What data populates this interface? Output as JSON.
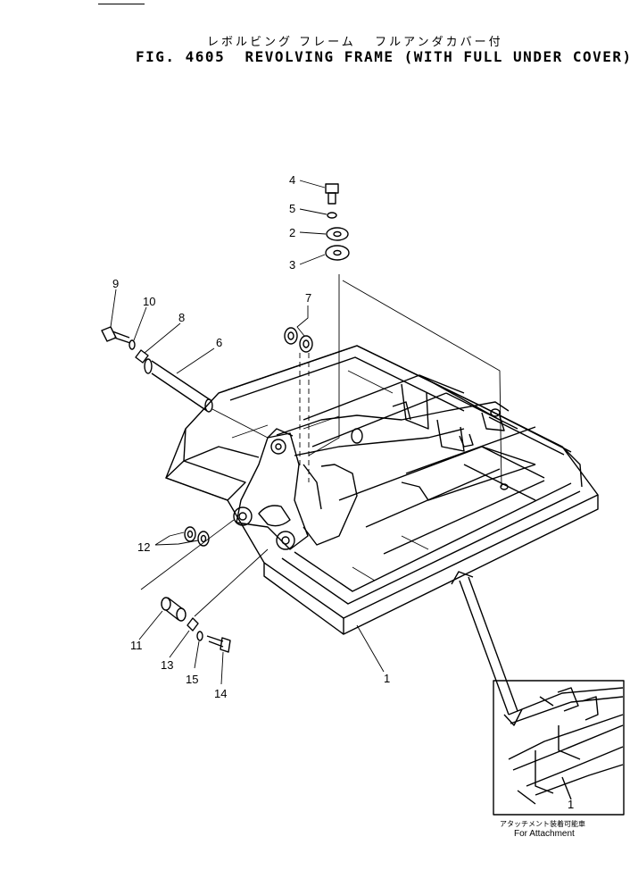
{
  "header": {
    "jp_title": "レボルビング フレーム   フルアンダカバー付",
    "title": "FIG. 4605  REVOLVING FRAME (WITH FULL UNDER COVER)"
  },
  "callouts": [
    "1",
    "2",
    "3",
    "4",
    "5",
    "6",
    "7",
    "8",
    "9",
    "10",
    "11",
    "12",
    "13",
    "14",
    "15"
  ],
  "inset": {
    "callout": "1",
    "caption_jp": "アタッチメント装着可能車",
    "caption_en": "For Attachment"
  }
}
